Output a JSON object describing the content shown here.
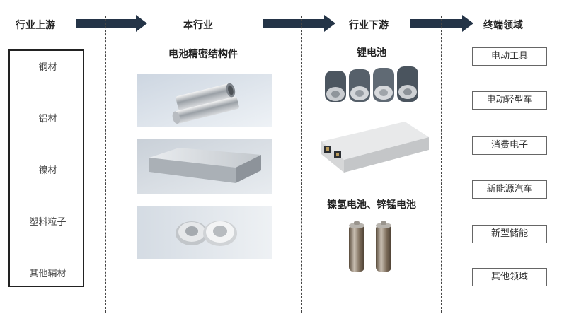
{
  "headers": {
    "upstream": "行业上游",
    "this_industry": "本行业",
    "downstream": "行业下游",
    "terminal": "终端领域"
  },
  "upstream_items": [
    "钢材",
    "铝材",
    "镍材",
    "塑料粒子",
    "其他辅材"
  ],
  "this_industry": {
    "title": "电池精密结构件",
    "images": [
      "battery-steel-shell-cylinders",
      "aluminum-rectangular-case",
      "battery-cover-caps"
    ]
  },
  "downstream": {
    "group1_title": "锂电池",
    "group2_title": "镍氢电池、锌锰电池"
  },
  "terminal_items": [
    "电动工具",
    "电动轻型车",
    "消费电子",
    "新能源汽车",
    "新型储能",
    "其他领域"
  ],
  "colors": {
    "arrow": "#243447",
    "dash": "#444444"
  }
}
